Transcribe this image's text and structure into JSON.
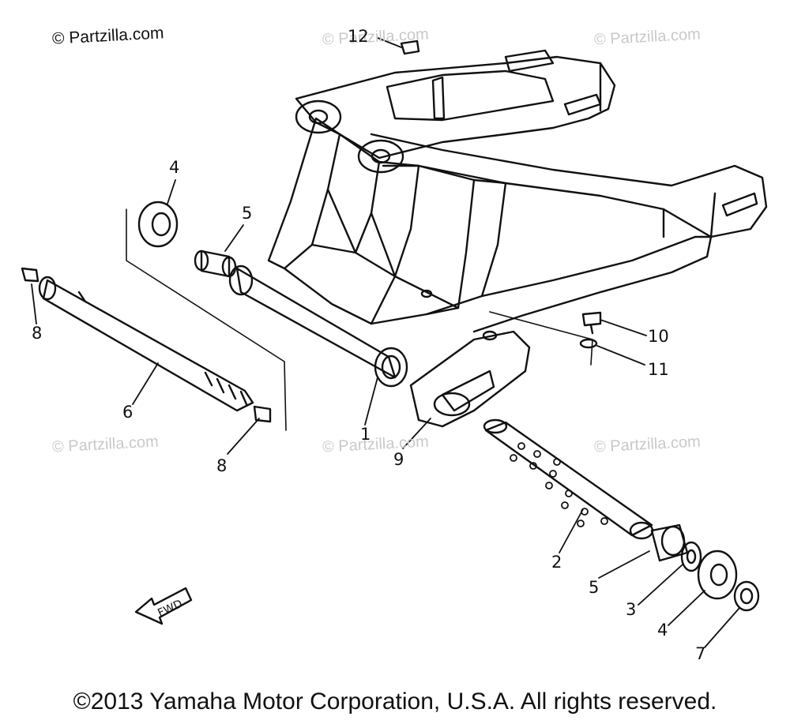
{
  "watermarks": {
    "primary": "© Partzilla.com",
    "secondary": "© Partzilla.com"
  },
  "callouts": {
    "c1": "1",
    "c2": "2",
    "c3": "3",
    "c4_top": "4",
    "c4_bottom": "4",
    "c5_top": "5",
    "c5_bottom": "5",
    "c6": "6",
    "c7": "7",
    "c8_top": "8",
    "c8_bottom": "8",
    "c9": "9",
    "c10": "10",
    "c11": "11",
    "c12": "12"
  },
  "fwd_label": "FWD",
  "copyright": "©2013 Yamaha Motor Corporation, U.S.A. All rights reserved.",
  "colors": {
    "ink": "#111111",
    "watermark": "#c9c9c9",
    "background": "#ffffff"
  }
}
